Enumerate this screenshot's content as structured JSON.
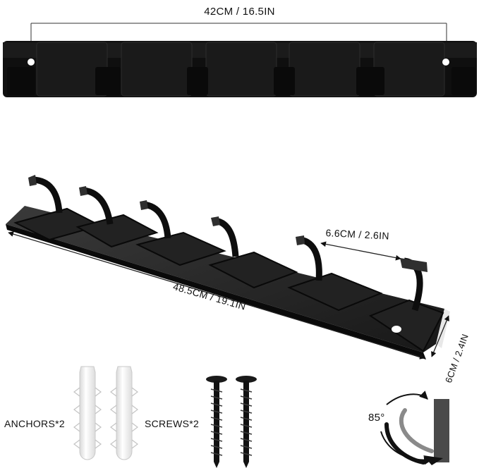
{
  "dimensions": {
    "mounting_span": "42CM / 16.5IN",
    "overall_length": "48.5CM / 19.1IN",
    "hook_spacing": "6.6CM / 2.6IN",
    "depth": "6CM / 2.4IN"
  },
  "accessories": {
    "anchors": "ANCHORS*2",
    "screws": "SCREWS*2"
  },
  "fold_angle": "85°",
  "colors": {
    "product": "#141414",
    "product_highlight": "#2e2e2e",
    "anchor": "#f2f2f2",
    "dimension_line": "#222222"
  }
}
